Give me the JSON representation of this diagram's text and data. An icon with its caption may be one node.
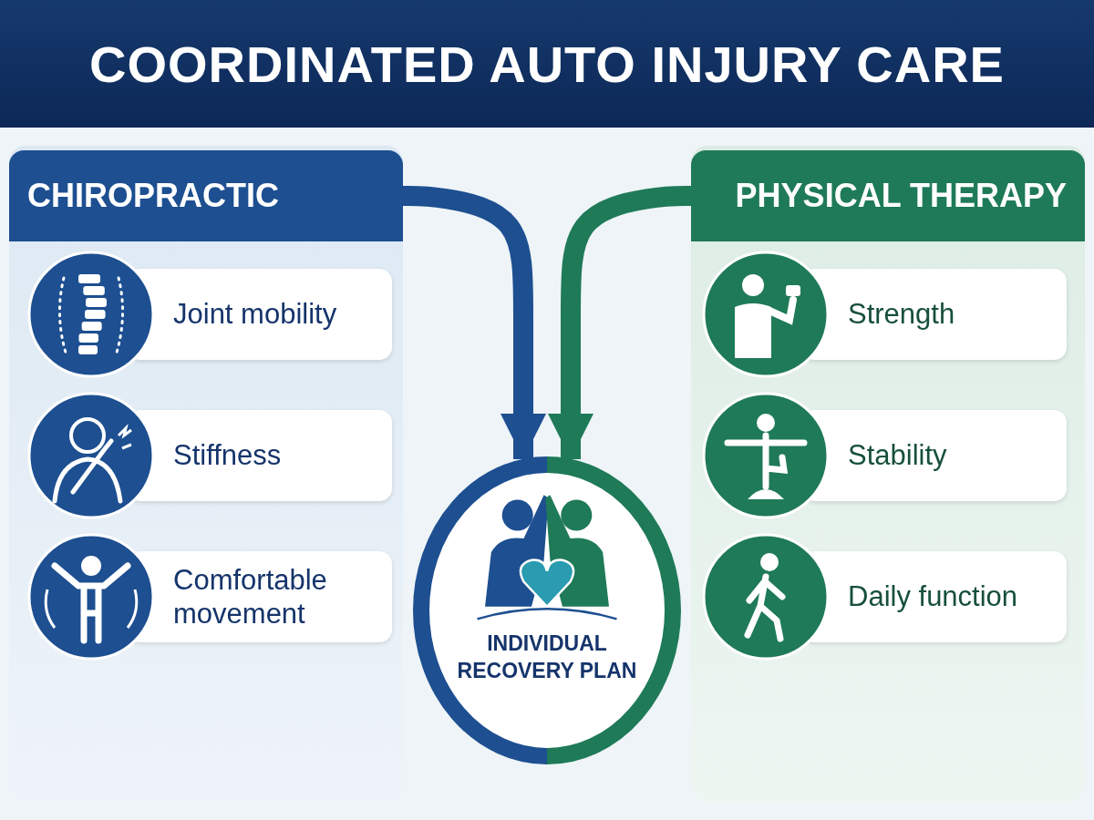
{
  "diagram": {
    "title": "COORDINATED AUTO INJURY CARE",
    "nodes": [
      {
        "text": [
          "CHIROPRACTIC"
        ]
      },
      {
        "text": [
          "Joint mobility"
        ],
        "in": 0
      },
      {
        "text": [
          "Stiffness"
        ],
        "in": 0
      },
      {
        "text": [
          "Comfortable movement"
        ],
        "in": 0
      },
      {
        "text": [
          "PHYSICAL THERAPY"
        ]
      },
      {
        "text": [
          "Strength"
        ],
        "in": 4
      },
      {
        "text": [
          "Stability"
        ],
        "in": 4
      },
      {
        "text": [
          "Daily function"
        ],
        "in": 4
      },
      {
        "text": [
          "INDIVIDUAL RECOVERY PLAN"
        ]
      }
    ],
    "edges": [
      {
        "from": 0,
        "to": 8,
        "arrow": "to",
        "color": "#1d4f91"
      },
      {
        "from": 4,
        "to": 8,
        "arrow": "to",
        "color": "#1f7a58"
      }
    ]
  }
}
